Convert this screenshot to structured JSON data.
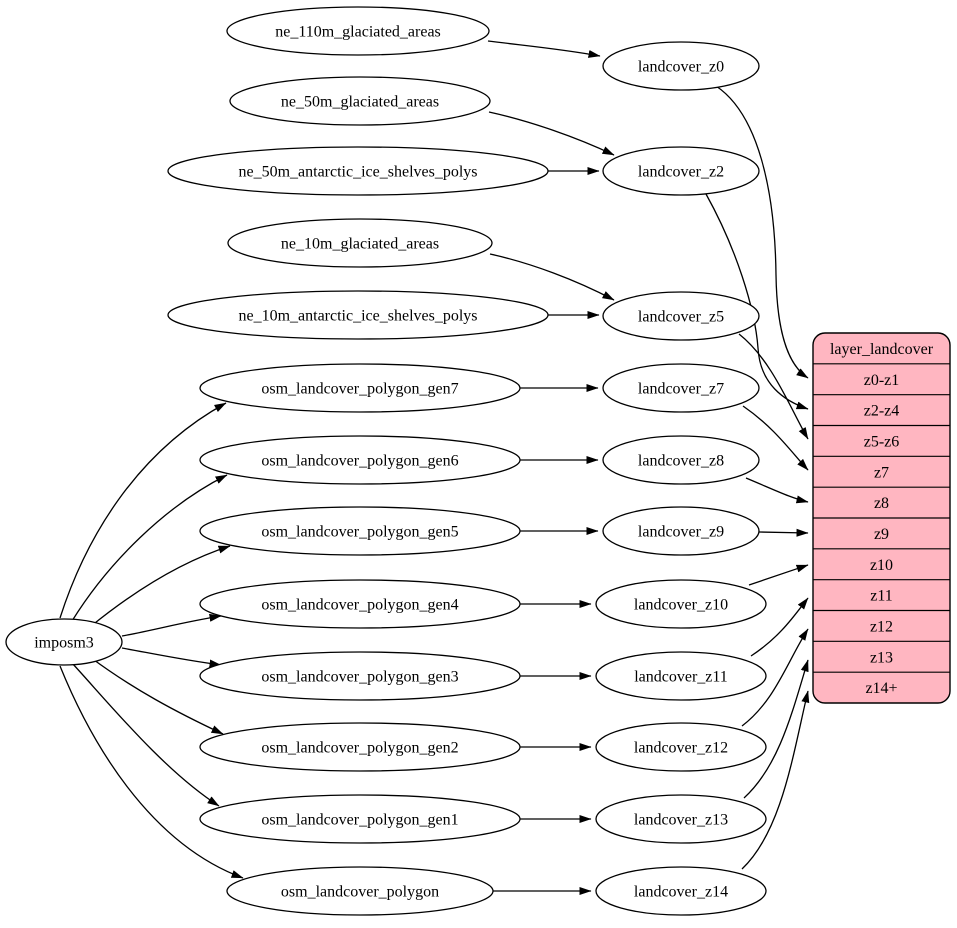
{
  "root": {
    "label": "imposm3"
  },
  "sources": [
    {
      "label": "ne_110m_glaciated_areas"
    },
    {
      "label": "ne_50m_glaciated_areas"
    },
    {
      "label": "ne_50m_antarctic_ice_shelves_polys"
    },
    {
      "label": "ne_10m_glaciated_areas"
    },
    {
      "label": "ne_10m_antarctic_ice_shelves_polys"
    },
    {
      "label": "osm_landcover_polygon_gen7"
    },
    {
      "label": "osm_landcover_polygon_gen6"
    },
    {
      "label": "osm_landcover_polygon_gen5"
    },
    {
      "label": "osm_landcover_polygon_gen4"
    },
    {
      "label": "osm_landcover_polygon_gen3"
    },
    {
      "label": "osm_landcover_polygon_gen2"
    },
    {
      "label": "osm_landcover_polygon_gen1"
    },
    {
      "label": "osm_landcover_polygon"
    }
  ],
  "transforms": [
    {
      "label": "landcover_z0"
    },
    {
      "label": "landcover_z2"
    },
    {
      "label": "landcover_z5"
    },
    {
      "label": "landcover_z7"
    },
    {
      "label": "landcover_z8"
    },
    {
      "label": "landcover_z9"
    },
    {
      "label": "landcover_z10"
    },
    {
      "label": "landcover_z11"
    },
    {
      "label": "landcover_z12"
    },
    {
      "label": "landcover_z13"
    },
    {
      "label": "landcover_z14"
    }
  ],
  "table": {
    "title": "layer_landcover",
    "rows": [
      "z0-z1",
      "z2-z4",
      "z5-z6",
      "z7",
      "z8",
      "z9",
      "z10",
      "z11",
      "z12",
      "z13",
      "z14+"
    ]
  },
  "colors": {
    "table_fill": "#ffb6c1",
    "node_fill": "#ffffff",
    "edge": "#000000"
  },
  "edges": [
    {
      "from": "imposm3",
      "to": "osm_landcover_polygon_gen7"
    },
    {
      "from": "imposm3",
      "to": "osm_landcover_polygon_gen6"
    },
    {
      "from": "imposm3",
      "to": "osm_landcover_polygon_gen5"
    },
    {
      "from": "imposm3",
      "to": "osm_landcover_polygon_gen4"
    },
    {
      "from": "imposm3",
      "to": "osm_landcover_polygon_gen3"
    },
    {
      "from": "imposm3",
      "to": "osm_landcover_polygon_gen2"
    },
    {
      "from": "imposm3",
      "to": "osm_landcover_polygon_gen1"
    },
    {
      "from": "imposm3",
      "to": "osm_landcover_polygon"
    },
    {
      "from": "ne_110m_glaciated_areas",
      "to": "landcover_z0"
    },
    {
      "from": "ne_50m_glaciated_areas",
      "to": "landcover_z2"
    },
    {
      "from": "ne_50m_antarctic_ice_shelves_polys",
      "to": "landcover_z2"
    },
    {
      "from": "ne_10m_glaciated_areas",
      "to": "landcover_z5"
    },
    {
      "from": "ne_10m_antarctic_ice_shelves_polys",
      "to": "landcover_z5"
    },
    {
      "from": "osm_landcover_polygon_gen7",
      "to": "landcover_z7"
    },
    {
      "from": "osm_landcover_polygon_gen6",
      "to": "landcover_z8"
    },
    {
      "from": "osm_landcover_polygon_gen5",
      "to": "landcover_z9"
    },
    {
      "from": "osm_landcover_polygon_gen4",
      "to": "landcover_z10"
    },
    {
      "from": "osm_landcover_polygon_gen3",
      "to": "landcover_z11"
    },
    {
      "from": "osm_landcover_polygon_gen2",
      "to": "landcover_z12"
    },
    {
      "from": "osm_landcover_polygon_gen1",
      "to": "landcover_z13"
    },
    {
      "from": "osm_landcover_polygon",
      "to": "landcover_z14"
    },
    {
      "from": "landcover_z0",
      "to": "layer_landcover:z0-z1"
    },
    {
      "from": "landcover_z2",
      "to": "layer_landcover:z2-z4"
    },
    {
      "from": "landcover_z5",
      "to": "layer_landcover:z5-z6"
    },
    {
      "from": "landcover_z7",
      "to": "layer_landcover:z7"
    },
    {
      "from": "landcover_z8",
      "to": "layer_landcover:z8"
    },
    {
      "from": "landcover_z9",
      "to": "layer_landcover:z9"
    },
    {
      "from": "landcover_z10",
      "to": "layer_landcover:z10"
    },
    {
      "from": "landcover_z11",
      "to": "layer_landcover:z11"
    },
    {
      "from": "landcover_z12",
      "to": "layer_landcover:z12"
    },
    {
      "from": "landcover_z13",
      "to": "layer_landcover:z13"
    },
    {
      "from": "landcover_z14",
      "to": "layer_landcover:z14+"
    }
  ]
}
